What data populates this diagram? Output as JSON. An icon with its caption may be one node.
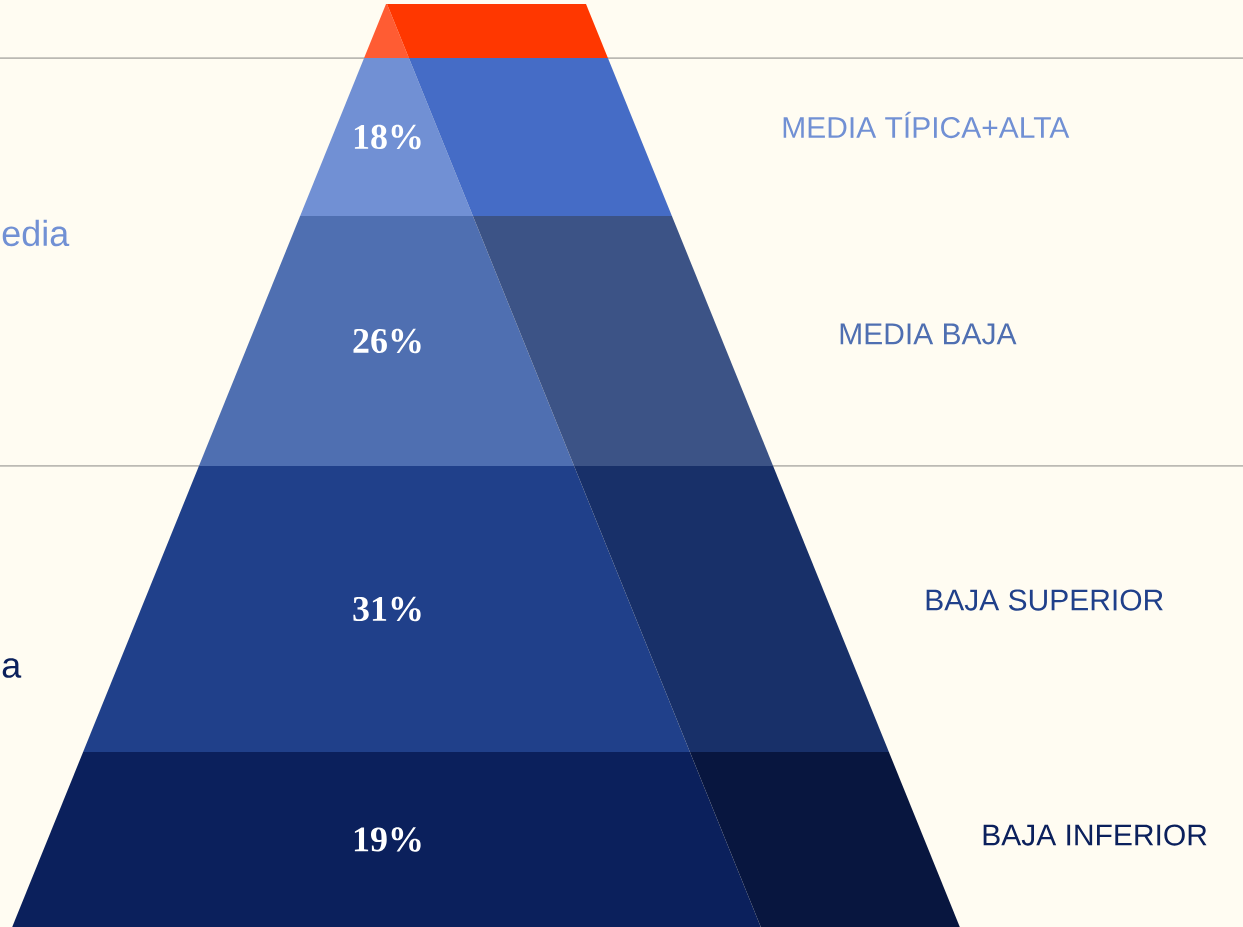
{
  "diagram": {
    "nodes": [
      {
        "text": [],
        "shape": "bar"
      },
      {
        "text": [
          "18%"
        ],
        "beside": [
          "MEDIA TÍPICA+ALTA"
        ]
      },
      {
        "text": [
          "26%"
        ],
        "beside": [
          "MEDIA BAJA"
        ]
      },
      {
        "text": [
          "31%"
        ],
        "beside": [
          "BAJA SUPERIOR"
        ]
      },
      {
        "text": [
          "19%"
        ],
        "beside": [
          "BAJA INFERIOR"
        ]
      }
    ],
    "labels": [
      "edia",
      "a"
    ]
  }
}
